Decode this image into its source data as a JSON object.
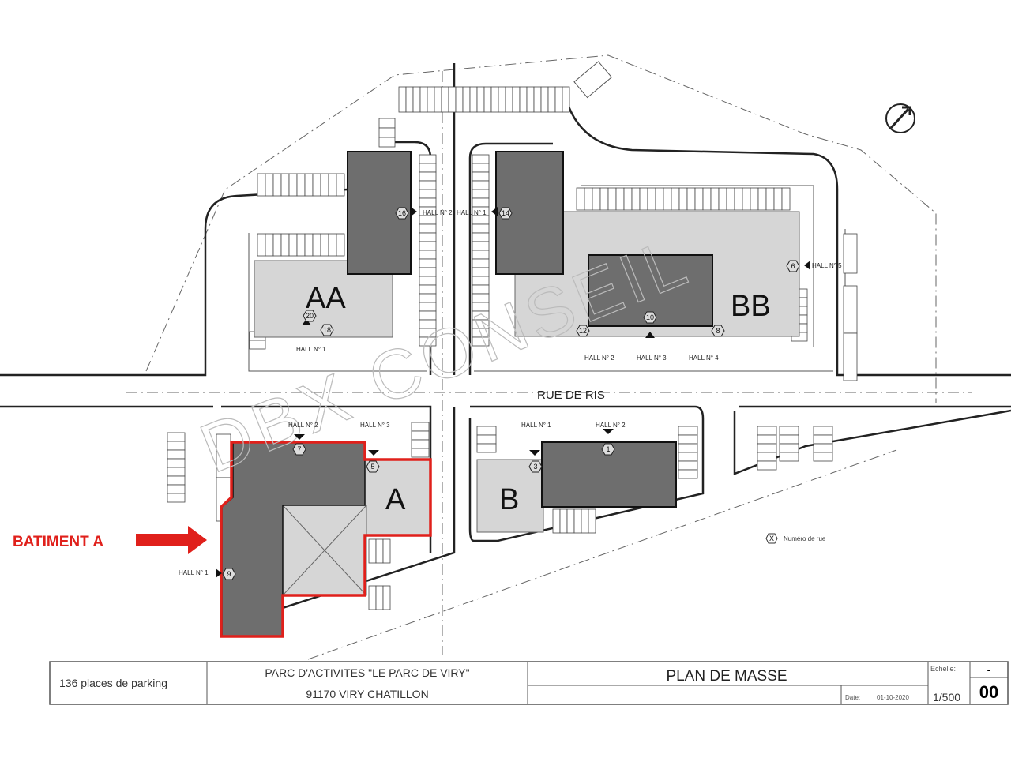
{
  "plan": {
    "street_name": "RUE DE RIS",
    "watermark": "DBX CONSEIL",
    "buildings": {
      "aa": "AA",
      "bb": "BB",
      "a": "A",
      "b": "B"
    },
    "halls": {
      "aa_hall_2": "HALL N° 2",
      "aa_hall_1": "HALL N° 1",
      "bb_hall_1": "HALL N° 1",
      "bb_hall_2": "HALL N° 2",
      "bb_hall_3": "HALL N° 3",
      "bb_hall_4": "HALL N° 4",
      "bb_hall_5": "HALL N° 5",
      "a_hall_2": "HALL N° 2",
      "a_hall_3": "HALL N° 3",
      "a_hall_1": "HALL N° 1",
      "b_hall_1": "HALL N° 1",
      "b_hall_2": "HALL N° 2"
    },
    "street_numbers": {
      "n16": "16",
      "n14": "14",
      "n20": "20",
      "n18": "18",
      "n6": "6",
      "n12": "12",
      "n10": "10",
      "n8": "8",
      "n7": "7",
      "n5": "5",
      "n3": "3",
      "n1": "1",
      "n9": "9"
    },
    "legend": {
      "symbol": "X",
      "label": "Numéro de rue"
    },
    "callout": {
      "label": "BATIMENT A",
      "color": "#e0201b"
    },
    "highlight_color": "#e0201b"
  },
  "title_block": {
    "parking": "136 places de parking",
    "project": "PARC D'ACTIVITES \"LE PARC DE VIRY\"",
    "address": "91170 VIRY CHATILLON",
    "title": "PLAN DE MASSE",
    "date_label": "Date:",
    "date": "01-10-2020",
    "scale_label": "Echelle:",
    "scale": "1/500",
    "sheet_dash": "-",
    "sheet": "00"
  }
}
